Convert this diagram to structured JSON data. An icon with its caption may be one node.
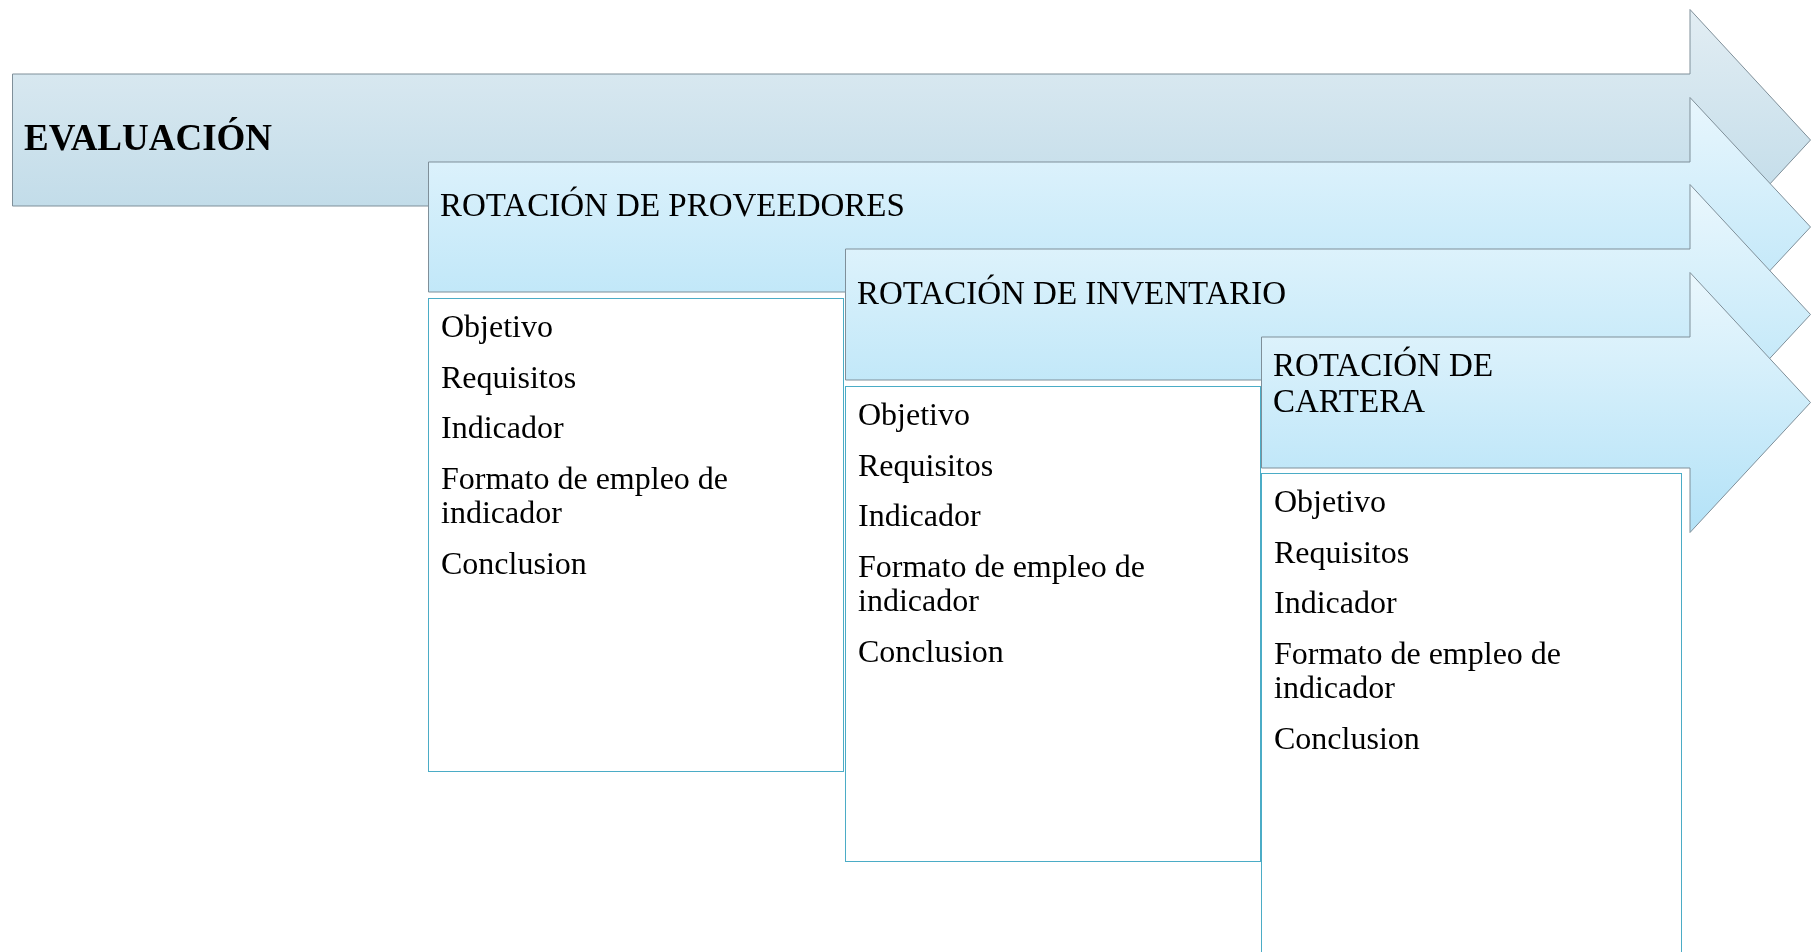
{
  "diagram": {
    "nodes": [
      {
        "text": [
          "EVALUACIÓN"
        ]
      },
      {
        "text": [
          "ROTACIÓN DE PROVEEDORES"
        ]
      },
      {
        "text": [
          "Objetivo",
          "Requisitos",
          "Indicador",
          "Formato de empleo de indicador",
          "Conclusion"
        ]
      },
      {
        "text": [
          "ROTACIÓN DE INVENTARIO"
        ]
      },
      {
        "text": [
          "Objetivo",
          "Requisitos",
          "Indicador",
          "Formato de empleo de indicador",
          "Conclusion"
        ]
      },
      {
        "text": [
          "ROTACIÓN DE CARTERA"
        ]
      },
      {
        "text": [
          "Objetivo",
          "Requisitos",
          "Indicador",
          "Formato de empleo de indicador",
          "Conclusion"
        ]
      }
    ]
  }
}
